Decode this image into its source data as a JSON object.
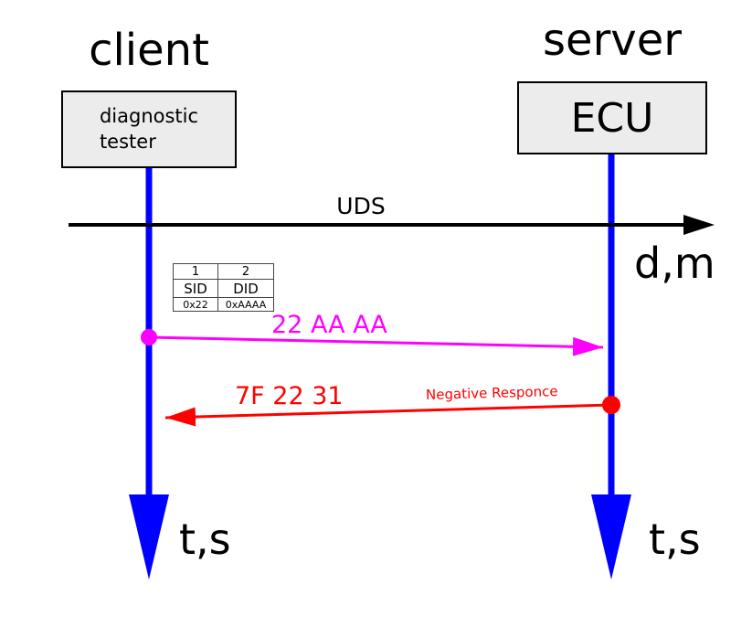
{
  "diagram": {
    "client": {
      "title": "client",
      "box_line1": "diagnostic",
      "box_line2": "tester"
    },
    "server": {
      "title": "server",
      "box_label": "ECU"
    },
    "protocol_label": "UDS",
    "axis_label": "d,m",
    "request_table": {
      "headers": [
        "1",
        "2"
      ],
      "rows": [
        [
          "SID",
          "DID"
        ],
        [
          "0x22",
          "0xAAAA"
        ]
      ]
    },
    "request": {
      "label": "22 AA AA",
      "color": "#ff00ff"
    },
    "response": {
      "label": "7F 22 31",
      "annotation": "Negative Responce",
      "color": "#ff0000"
    },
    "time_labels": {
      "client": "t,s",
      "server": "t,s"
    },
    "colors": {
      "lifeline": "#0000ff",
      "axis": "#000000",
      "box_fill": "#ececec",
      "box_border": "#000000"
    }
  }
}
